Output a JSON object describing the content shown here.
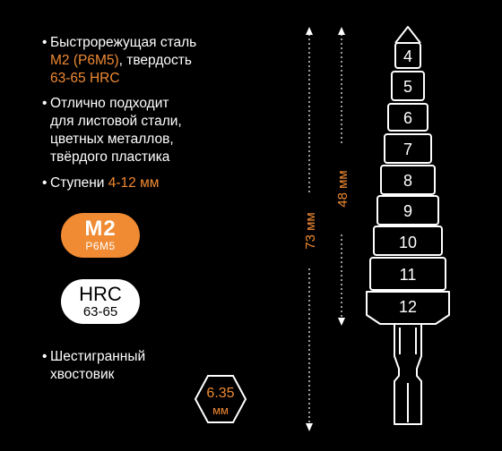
{
  "features": {
    "steel": {
      "line1": "Быстрорежущая сталь",
      "line2_accent": "M2 (P6M5)",
      "line2_rest": ", твердость",
      "line3_accent": "63-65 HRC"
    },
    "suitable": {
      "line1": "Отлично подходит",
      "line2": "для листовой стали,",
      "line3": "цветных металлов,",
      "line4": "твёрдого пластика"
    },
    "steps": {
      "label": "Ступени ",
      "value": "4-12 мм"
    },
    "shank": {
      "line1": "Шестигранный",
      "line2": "хвостовик"
    },
    "bullet": "•"
  },
  "badges": {
    "m2": {
      "main": "M2",
      "sub": "P6M5"
    },
    "hrc": {
      "main": "HRC",
      "sub": "63-65"
    }
  },
  "hex": {
    "value": "6.35",
    "unit": "мм"
  },
  "dimensions": {
    "overall": "73 мм",
    "step_length": "48 мм"
  },
  "drill": {
    "steps": [
      "4",
      "5",
      "6",
      "7",
      "8",
      "9",
      "10",
      "11",
      "12"
    ]
  },
  "colors": {
    "accent": "#f08a33",
    "background": "#000000",
    "text": "#ffffff"
  }
}
